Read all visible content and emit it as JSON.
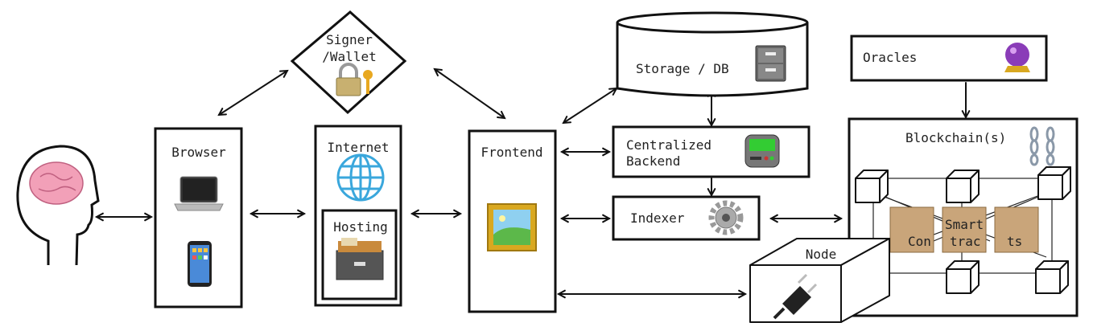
{
  "nodes": {
    "signer": {
      "line1": "Signer",
      "line2": "/Wallet",
      "icon": "lock-key-icon"
    },
    "browser": {
      "label": "Browser",
      "icons": [
        "laptop-icon",
        "phone-icon"
      ]
    },
    "internet": {
      "label": "Internet",
      "icon": "globe-icon"
    },
    "hosting": {
      "label": "Hosting",
      "icon": "file-cabinet-box-icon"
    },
    "frontend": {
      "label": "Frontend",
      "icon": "framed-picture-icon"
    },
    "storage": {
      "label": "Storage / DB",
      "icon": "file-cabinet-icon"
    },
    "backend": {
      "line1": "Centralized",
      "line2": "Backend",
      "icon": "pager-icon"
    },
    "indexer": {
      "label": "Indexer",
      "icon": "gear-icon"
    },
    "oracles": {
      "label": "Oracles",
      "icon": "crystal-ball-icon"
    },
    "blockchain": {
      "label": "Blockchain(s)",
      "icon": "chain-icon"
    },
    "contracts": {
      "part1": "Con",
      "part2a": "Smart",
      "part2b": "trac",
      "part3": "ts"
    },
    "node": {
      "label": "Node",
      "icon": "plug-icon"
    },
    "user": {
      "icon": "head-brain-icon"
    }
  },
  "colors": {
    "line": "#111111",
    "brain": "#f2a0b8",
    "scroll": "#c9a57a",
    "globe": "#3aa7dc"
  }
}
